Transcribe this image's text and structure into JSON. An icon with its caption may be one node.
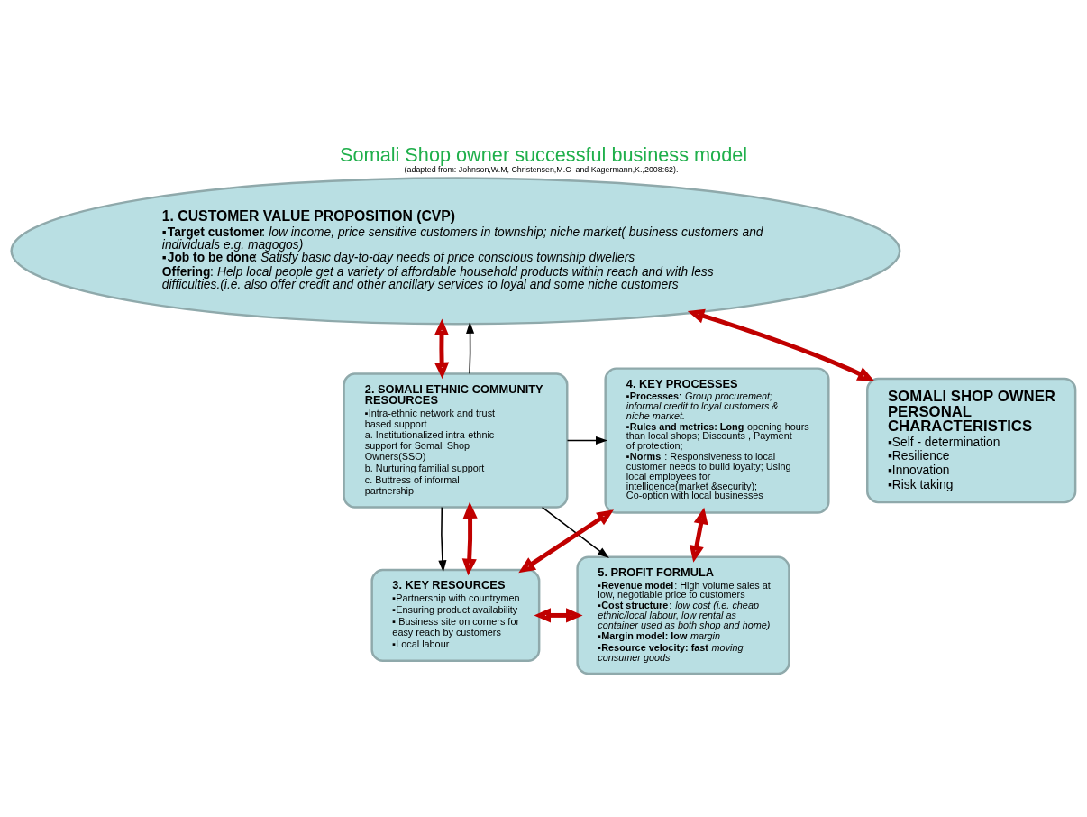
{
  "diagram": {
    "title": "Somali Shop owner successful business model",
    "caption": "(adapted from: Johnson,W.M, Christensen,M.C  and Kagermann,K.,2008:62).",
    "nodes": [
      {
        "text": [
          "1. CUSTOMER VALUE PROPOSITION (CVP)",
          "▪**Target customer**: *low income, price sensitive customers in township; niche market( business customers and individuals e.g. magogos)*",
          "▪**Job to be done**: *Satisfy basic day-to-day needs of price conscious township dwellers*",
          "**Offering**: *Help local people get a variety of affordable household products within reach and with less difficulties.(i.e. also offer credit and other ancillary services to loyal and some niche  customers*"
        ]
      },
      {
        "text": [
          "2. SOMALI ETHNIC COMMUNITY RESOURCES",
          "▪Intra-ethnic network and trust based support",
          "a. Institutionalized intra-ethnic support for Somali Shop Owners(SSO)",
          "b. Nurturing familial support",
          "c. Buttress of informal partnership"
        ]
      },
      {
        "text": [
          "3. KEY RESOURCES",
          "▪Partnership with countrymen",
          "▪Ensuring product availability",
          "▪ Business site on corners for easy reach by customers",
          "▪Local labour"
        ]
      },
      {
        "text": [
          "4. KEY PROCESSES",
          "▪**Processes**: *Group procurement; informal credit to loyal customers & niche market.*",
          "▪**Rules and metrics: Long** opening hours  than local shops; Discounts , Payment of protection;",
          "▪**Norms** : Responsiveness to local customer needs to build loyalty; Using local employees for intelligence(market &security); Co-option with local businesses"
        ]
      },
      {
        "text": [
          "5.  PROFIT FORMULA",
          "▪**Revenue model**: High volume sales at low, negotiable price to customers",
          "▪**Cost structure**: *low cost (i.e. cheap ethnic/local labour, low rental as container used as both shop and home)*",
          "▪**Margin model: low** *margin*",
          "▪**Resource velocity: fast** *moving consumer goods*"
        ]
      },
      {
        "text": [
          "SOMALI SHOP OWNER PERSONAL CHARACTERISTICS",
          "▪Self - determination",
          "▪Resilience",
          "▪Innovation",
          "▪Risk taking"
        ]
      }
    ],
    "edges": [
      {
        "from": 1,
        "to": 0,
        "arrow": "to",
        "color": "#000000"
      },
      {
        "from": 1,
        "to": 3,
        "arrow": "to",
        "color": "#000000"
      },
      {
        "from": 1,
        "to": 4,
        "arrow": "to",
        "color": "#000000"
      },
      {
        "from": 1,
        "to": 2,
        "arrow": "to",
        "color": "#000000"
      },
      {
        "from": 0,
        "to": 1,
        "arrow": "both"
      },
      {
        "from": 0,
        "to": 5,
        "arrow": "both"
      },
      {
        "from": 3,
        "to": 2,
        "arrow": "both"
      },
      {
        "from": 3,
        "to": 4,
        "arrow": "both"
      },
      {
        "from": 2,
        "to": 4,
        "arrow": "both"
      },
      {
        "from": 2,
        "to": 1,
        "arrow": "both"
      }
    ]
  }
}
